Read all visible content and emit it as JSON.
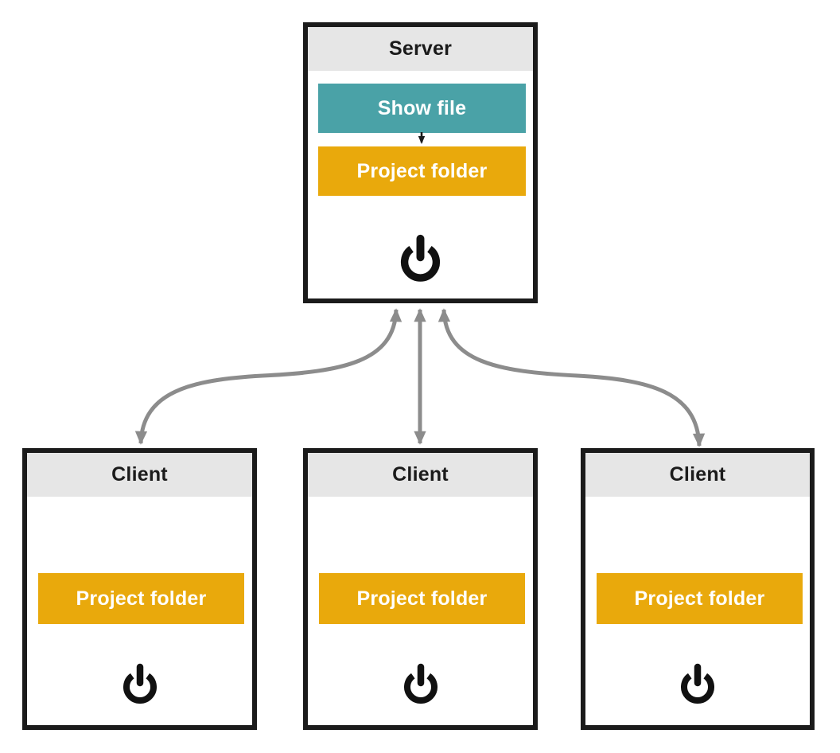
{
  "colors": {
    "box_border": "#1b1b1b",
    "header_bg": "#e6e6e6",
    "teal_button": "#4aa2a7",
    "orange_button": "#e9a90c",
    "arrow_gray": "#8c8c8c",
    "button_text": "#ffffff",
    "title_text": "#1b1b1b"
  },
  "server": {
    "title": "Server",
    "show_file_label": "Show file",
    "project_folder_label": "Project folder",
    "power_icon": "power-icon"
  },
  "clients": [
    {
      "title": "Client",
      "project_folder_label": "Project folder",
      "power_icon": "power-icon"
    },
    {
      "title": "Client",
      "project_folder_label": "Project folder",
      "power_icon": "power-icon"
    },
    {
      "title": "Client",
      "project_folder_label": "Project folder",
      "power_icon": "power-icon"
    }
  ],
  "connections": [
    {
      "from": "server",
      "to": "client-0",
      "bidirectional": true
    },
    {
      "from": "server",
      "to": "client-1",
      "bidirectional": true
    },
    {
      "from": "server",
      "to": "client-2",
      "bidirectional": true
    },
    {
      "from": "show-file",
      "to": "project-folder",
      "bidirectional": false
    }
  ]
}
